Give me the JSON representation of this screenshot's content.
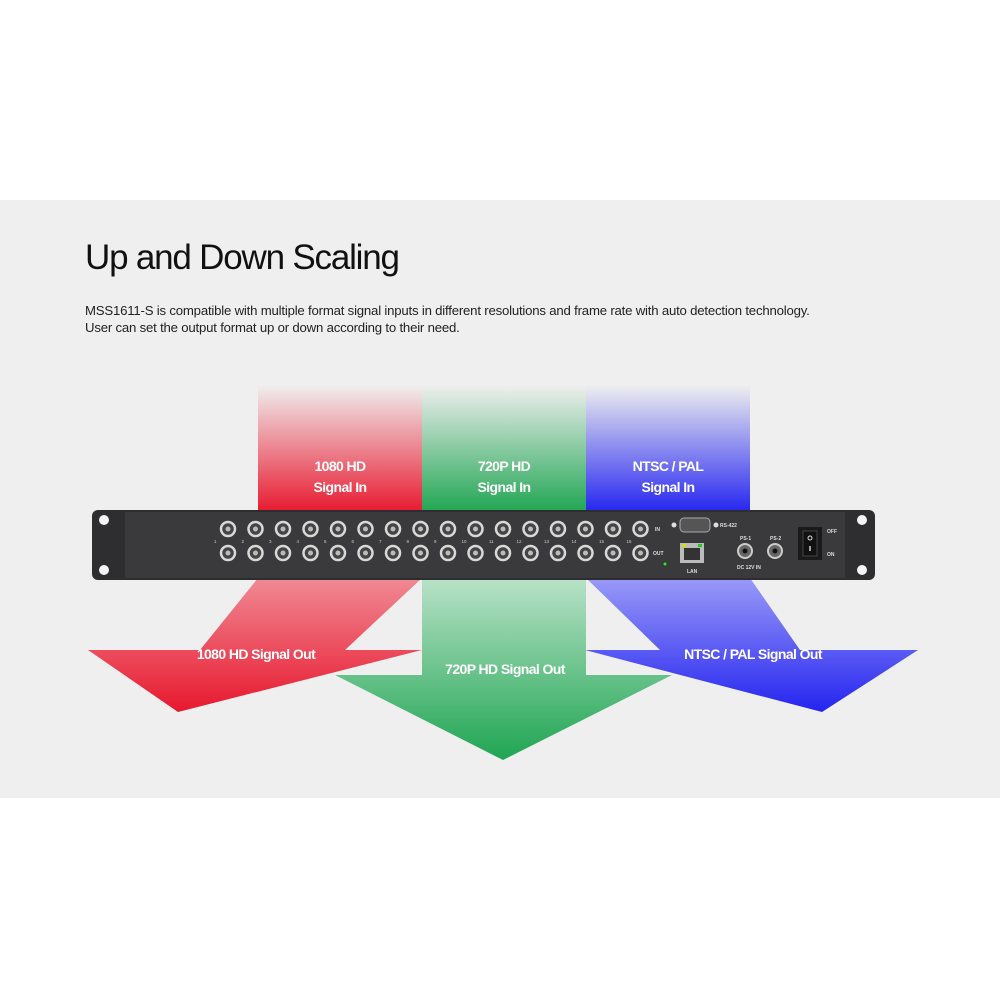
{
  "title": "Up and Down Scaling",
  "description": [
    "MSS1611-S is compatible with multiple format signal inputs in different resolutions and frame rate with auto detection technology.",
    "User can set the output format up or down according to their need."
  ],
  "inputs": [
    {
      "line1": "1080 HD",
      "line2": "Signal In",
      "color": "#e8182e"
    },
    {
      "line1": "720P HD",
      "line2": "Signal In",
      "color": "#1fa552"
    },
    {
      "line1": "NTSC / PAL",
      "line2": "Signal In",
      "color": "#2424f0"
    }
  ],
  "outputs": [
    {
      "label": "1080 HD Signal Out",
      "color": "#e8182e"
    },
    {
      "label": "720P HD Signal Out",
      "color": "#1fa552"
    },
    {
      "label": "NTSC /  PAL Signal Out",
      "color": "#2424f0"
    }
  ],
  "device": {
    "channels": [
      "1",
      "2",
      "3",
      "4",
      "5",
      "6",
      "7",
      "8",
      "9",
      "10",
      "11",
      "12",
      "13",
      "14",
      "15",
      "16"
    ],
    "in_label": "IN",
    "out_label": "OUT",
    "rs_label": "RS-422",
    "lan_label": "LAN",
    "ps1_label": "PS-1",
    "ps2_label": "PS-2",
    "dc_label": "DC 12V IN",
    "off_label": "OFF",
    "on_label": "ON"
  }
}
